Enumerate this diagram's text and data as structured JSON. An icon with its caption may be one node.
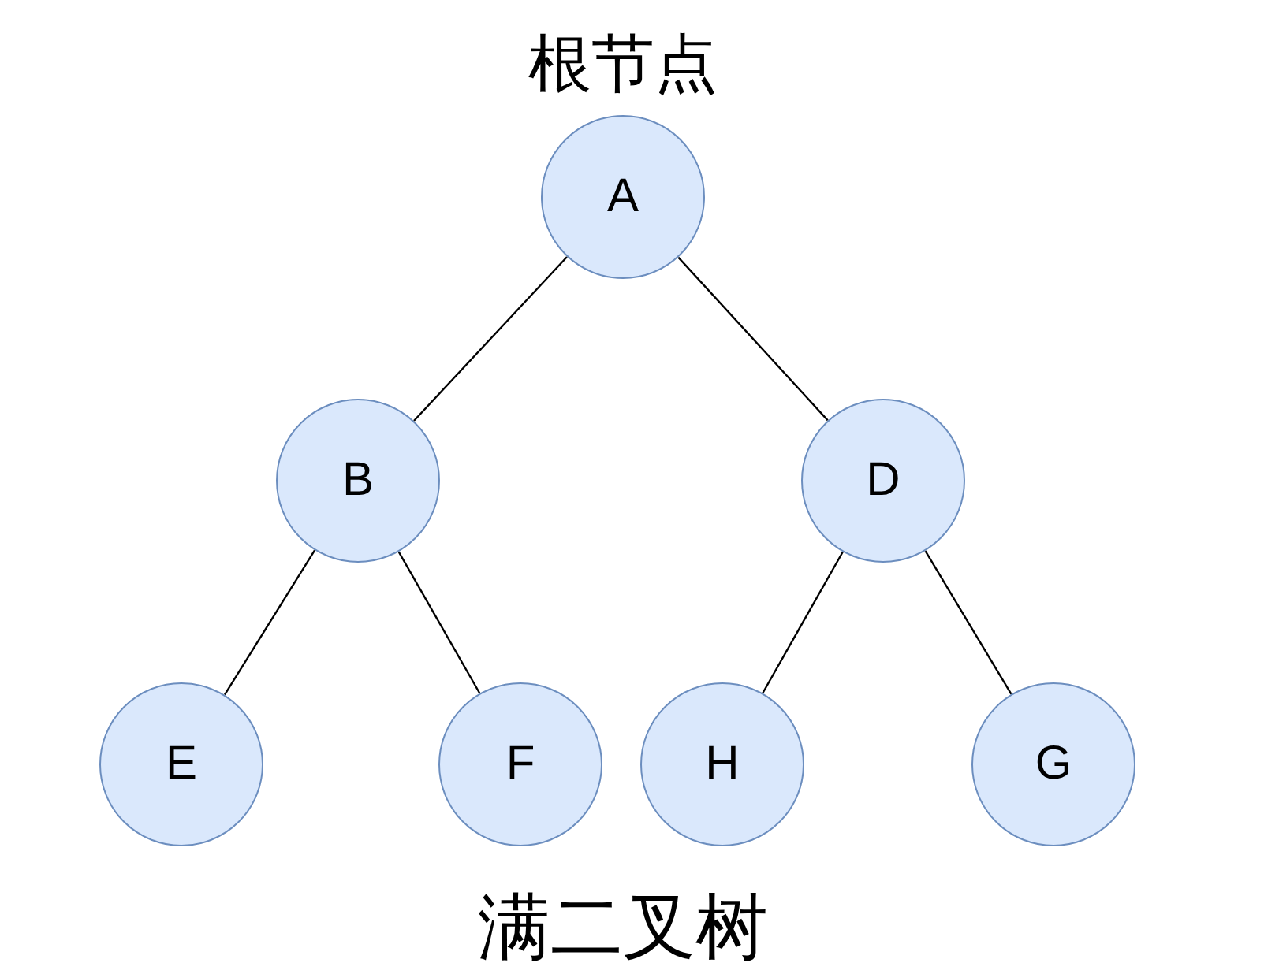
{
  "diagram": {
    "caption": "满二叉树",
    "nodes": [
      {
        "text": [
          "A"
        ],
        "beside": [
          "根节点"
        ]
      },
      {
        "text": [
          "B"
        ]
      },
      {
        "text": [
          "D"
        ]
      },
      {
        "text": [
          "E"
        ]
      },
      {
        "text": [
          "F"
        ]
      },
      {
        "text": [
          "H"
        ]
      },
      {
        "text": [
          "G"
        ]
      }
    ],
    "edges": [
      {
        "from": 0,
        "to": 1,
        "arrow": "none"
      },
      {
        "from": 0,
        "to": 2,
        "arrow": "none"
      },
      {
        "from": 1,
        "to": 3,
        "arrow": "none"
      },
      {
        "from": 1,
        "to": 4,
        "arrow": "none"
      },
      {
        "from": 2,
        "to": 5,
        "arrow": "none"
      },
      {
        "from": 2,
        "to": 6,
        "arrow": "none"
      }
    ]
  }
}
